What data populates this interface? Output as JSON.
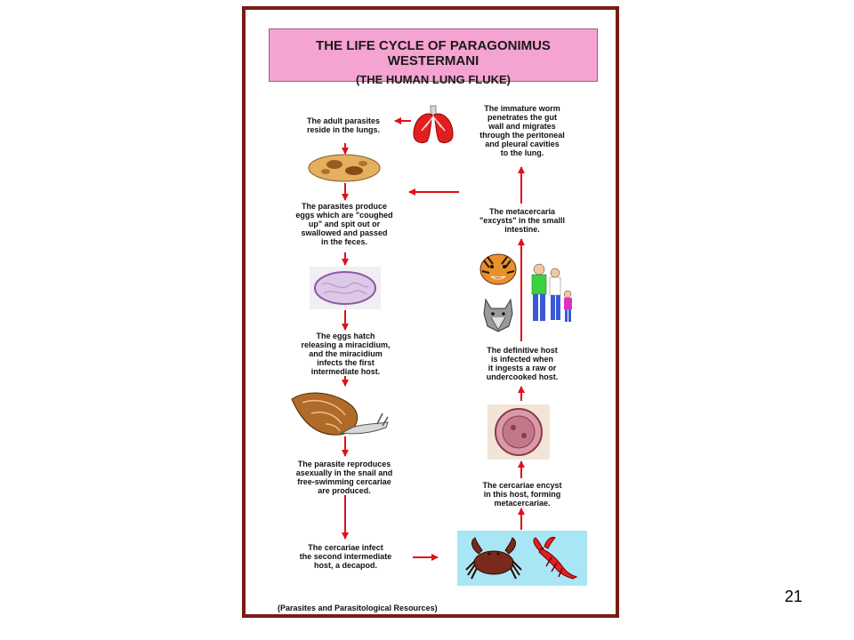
{
  "title": {
    "line1": "THE LIFE CYCLE OF PARAGONIMUS WESTERMANI",
    "line2": "(THE HUMAN LUNG FLUKE)"
  },
  "steps": {
    "adult": "The adult parasites\nreside in the lungs.",
    "eggs": "The parasites produce\neggs which are \"coughed\nup\" and spit out or\nswallowed and passed\nin the feces.",
    "hatch": "The eggs hatch\nreleasing a miracidium,\nand the miracidium\ninfects the first\nintermediate host.",
    "reproduce": "The parasite reproduces\nasexually in the snail and\nfree-swimming cercariae\nare produced.",
    "infect": "The cercariae infect\nthe second intermediate\nhost, a decapod.",
    "encyst": "The cercariae encyst\nin this host, forming\nmetacercariae.",
    "definitive": "The definitive host\nis infected when\nit ingests a raw or\nundercooked host.",
    "excyst": "The metacercaria\n\"excysts\" in the smalll\nintestine.",
    "immature": "The immature worm\npenetrates the gut\nwall and migrates\nthrough the peritoneal\nand pleural cavities\nto the lung."
  },
  "source_caption": "(Parasites and Parasitological Resources)",
  "slide_number": "21",
  "colors": {
    "frame": "#7a1c14",
    "title_bg": "#f5a3d0",
    "arrow": "#e0101a",
    "crab_bg": "#a8e6f5"
  },
  "icons": [
    "lungs-icon",
    "adult-fluke-icon",
    "egg-icon",
    "snail-icon",
    "crab-icon",
    "crayfish-icon",
    "metacercaria-cyst-icon",
    "tiger-icon",
    "wolf-icon",
    "human-family-icon"
  ]
}
